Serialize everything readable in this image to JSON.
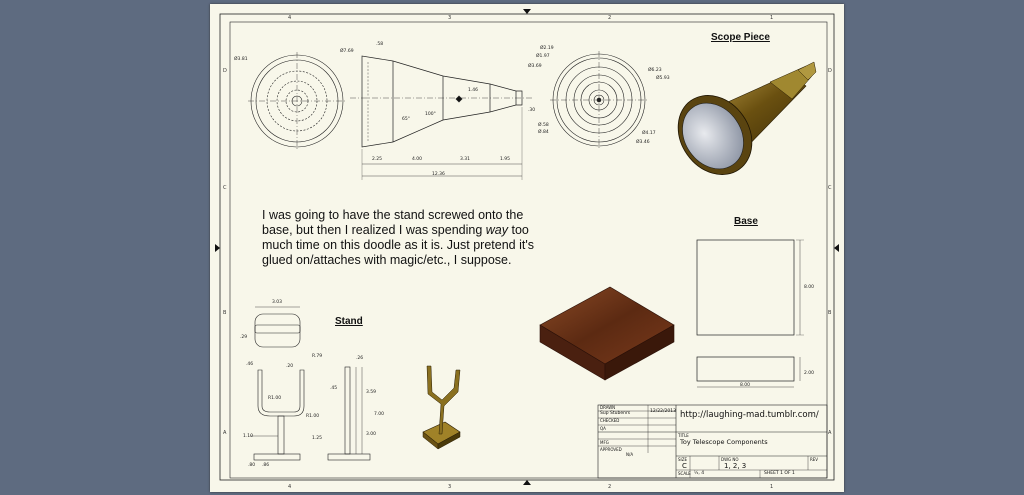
{
  "views": {
    "scope_piece_title": "Scope Piece",
    "base_title": "Base",
    "stand_title": "Stand"
  },
  "note": {
    "part1": "I was going to have the stand screwed onto the base, but then I realized I was spending ",
    "emphasis": "way",
    "part2": " too much time on this doodle as it is. Just pretend it's glued on/attaches with magic/etc., I suppose."
  },
  "dimensions": {
    "scope_total": "12.36",
    "scope_seg1": "2.25",
    "scope_seg2": "4.00",
    "scope_seg3": "3.31",
    "scope_seg4": "1.95",
    "scope_front_dia1": "Ø3.81",
    "scope_front_dia2": "Ø7.69",
    "scope_top": ".58",
    "scope_end": ".30",
    "scope_angle1": "65°",
    "scope_angle2": "100°",
    "scope_side_dia": "1.46",
    "rear_dia_a": "Ø2.19",
    "rear_dia_b": "Ø1.97",
    "rear_dia_c": "Ø3.69",
    "rear_dia_d": "Ø6.23",
    "rear_dia_e": "Ø5.93",
    "rear_dia_f": "Ø.58",
    "rear_dia_g": "Ø.84",
    "rear_dia_h": "Ø4.17",
    "rear_dia_i": "Ø3.46",
    "base_height": "8.00",
    "base_width": "8.00",
    "base_thickness": "2.00",
    "stand_width": "3.03",
    "stand_side": ".29",
    "stand_radius": "R.79",
    "stand_r1": "R1.00",
    "stand_r2": "R1.00",
    "stand_left": ".46",
    "stand_right": ".20",
    "stand_b1": "1.10",
    "stand_b2": ".86",
    "stand_b3": ".80",
    "stand_side_top": ".26",
    "stand_side_w": ".45",
    "stand_side_h1": "3.59",
    "stand_side_h2": "7.00",
    "stand_side_h3": "3.00",
    "stand_side_b": "1.25"
  },
  "title_block": {
    "drawn_label": "DRAWN",
    "drawn_by": "Sup Stubenrs",
    "drawn_date": "12/22/2013",
    "checked_label": "CHECKED",
    "qa_label": "QA",
    "mfg_label": "MFG",
    "approved_label": "APPROVED",
    "approved_by": "N/A",
    "url": "http://laughing-mad.tumblr.com/",
    "title_label": "TITLE",
    "title": "Toy Telescope Components",
    "size_label": "SIZE",
    "size": "C",
    "dwg_label": "DWG NO",
    "dwg_no": "1, 2, 3",
    "rev_label": "REV",
    "scale_label": "SCALE",
    "scale": "½, 4",
    "sheet": "SHEET 1  OF 1"
  },
  "border": {
    "cols": [
      "4",
      "3",
      "2",
      "1"
    ],
    "rows": [
      "D",
      "C",
      "B",
      "A"
    ]
  },
  "colors": {
    "sheet": "#f8f7ea",
    "background": "#5e6b80",
    "wood_top": "#7a3a1c",
    "wood_side": "#4a2010",
    "brass": "#8a7020"
  }
}
